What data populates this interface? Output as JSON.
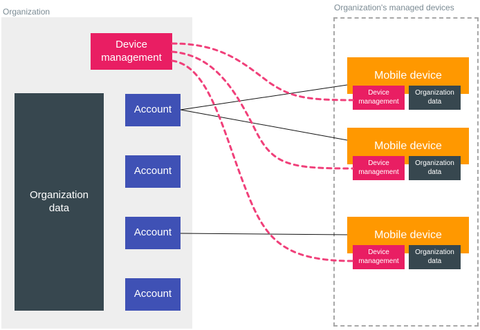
{
  "labels": {
    "organization": "Organization",
    "managed_devices": "Organization's managed devices"
  },
  "organization": {
    "device_management": "Device\nmanagement",
    "data": "Organization\ndata",
    "accounts": [
      "Account",
      "Account",
      "Account",
      "Account"
    ]
  },
  "devices": [
    {
      "title": "Mobile device",
      "management": "Device\nmanagement",
      "data": "Organization\ndata"
    },
    {
      "title": "Mobile device",
      "management": "Device\nmanagement",
      "data": "Organization\ndata"
    },
    {
      "title": "Mobile device",
      "management": "Device\nmanagement",
      "data": "Organization\ndata"
    }
  ],
  "colors": {
    "device_management": "#e91e63",
    "organization_data": "#37474f",
    "account": "#3f51b5",
    "mobile_device": "#ff9800",
    "panel": "#eeeeee",
    "label": "#7a8a93"
  }
}
